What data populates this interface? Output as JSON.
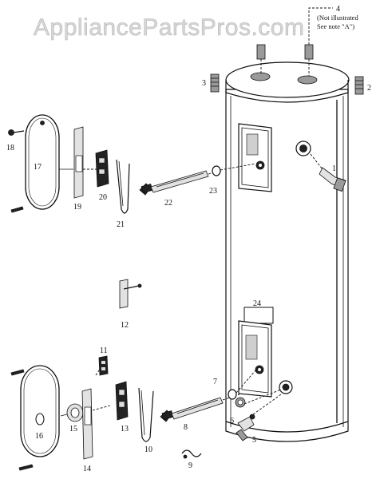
{
  "watermark": "AppliancePartsPros.com",
  "note": {
    "line1": "(Not illustrated",
    "line2": "See note \"A\")"
  },
  "labels": {
    "p1": "1",
    "p2": "2",
    "p3": "3",
    "p4": "4",
    "p5": "5",
    "p6": "6",
    "p7": "7",
    "p8": "8",
    "p9": "9",
    "p10": "10",
    "p11": "11",
    "p12": "12",
    "p13": "13",
    "p14": "14",
    "p15": "15",
    "p16": "16",
    "p17": "17",
    "p18": "18",
    "p19": "19",
    "p20": "20",
    "p21": "21",
    "p22": "22",
    "p23": "23",
    "p24": "24"
  }
}
